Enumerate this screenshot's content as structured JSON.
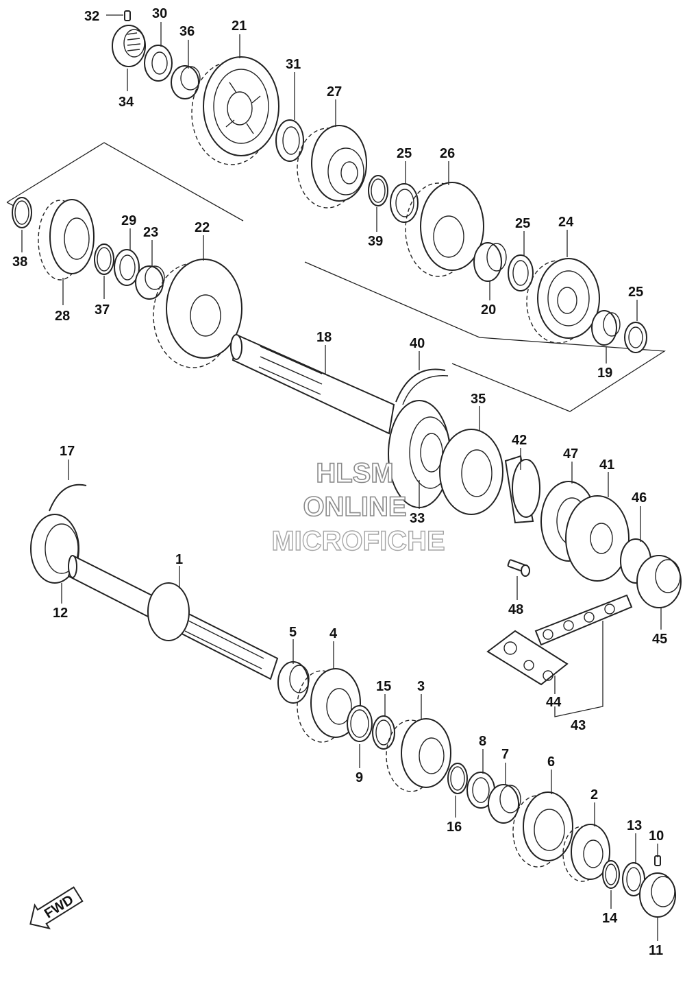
{
  "diagram": {
    "part_numbers": [
      "1",
      "2",
      "3",
      "4",
      "5",
      "6",
      "7",
      "8",
      "9",
      "10",
      "11",
      "12",
      "13",
      "14",
      "15",
      "16",
      "17",
      "18",
      "19",
      "20",
      "21",
      "22",
      "23",
      "24",
      "25",
      "26",
      "27",
      "28",
      "29",
      "30",
      "31",
      "32",
      "33",
      "34",
      "35",
      "36",
      "37",
      "38",
      "39",
      "40",
      "41",
      "42",
      "43",
      "44",
      "45",
      "46",
      "47",
      "48"
    ],
    "callouts": [
      {
        "id": "c32",
        "label": "32"
      },
      {
        "id": "c30",
        "label": "30"
      },
      {
        "id": "c36",
        "label": "36"
      },
      {
        "id": "c21",
        "label": "21"
      },
      {
        "id": "c34",
        "label": "34"
      },
      {
        "id": "c31",
        "label": "31"
      },
      {
        "id": "c27",
        "label": "27"
      },
      {
        "id": "c25a",
        "label": "25"
      },
      {
        "id": "c26",
        "label": "26"
      },
      {
        "id": "c39",
        "label": "39"
      },
      {
        "id": "c25b",
        "label": "25"
      },
      {
        "id": "c24",
        "label": "24"
      },
      {
        "id": "c20",
        "label": "20"
      },
      {
        "id": "c25c",
        "label": "25"
      },
      {
        "id": "c19",
        "label": "19"
      },
      {
        "id": "c29",
        "label": "29"
      },
      {
        "id": "c23",
        "label": "23"
      },
      {
        "id": "c22",
        "label": "22"
      },
      {
        "id": "c38",
        "label": "38"
      },
      {
        "id": "c37",
        "label": "37"
      },
      {
        "id": "c28",
        "label": "28"
      },
      {
        "id": "c18",
        "label": "18"
      },
      {
        "id": "c40",
        "label": "40"
      },
      {
        "id": "c35",
        "label": "35"
      },
      {
        "id": "c17",
        "label": "17"
      },
      {
        "id": "c42",
        "label": "42"
      },
      {
        "id": "c47",
        "label": "47"
      },
      {
        "id": "c41",
        "label": "41"
      },
      {
        "id": "c46",
        "label": "46"
      },
      {
        "id": "c33",
        "label": "33"
      },
      {
        "id": "c1",
        "label": "1"
      },
      {
        "id": "c12",
        "label": "12"
      },
      {
        "id": "c48",
        "label": "48"
      },
      {
        "id": "c45",
        "label": "45"
      },
      {
        "id": "c5",
        "label": "5"
      },
      {
        "id": "c4",
        "label": "4"
      },
      {
        "id": "c44",
        "label": "44"
      },
      {
        "id": "c43",
        "label": "43"
      },
      {
        "id": "c15",
        "label": "15"
      },
      {
        "id": "c3",
        "label": "3"
      },
      {
        "id": "c9",
        "label": "9"
      },
      {
        "id": "c8",
        "label": "8"
      },
      {
        "id": "c7",
        "label": "7"
      },
      {
        "id": "c6",
        "label": "6"
      },
      {
        "id": "c16",
        "label": "16"
      },
      {
        "id": "c2",
        "label": "2"
      },
      {
        "id": "c13",
        "label": "13"
      },
      {
        "id": "c10",
        "label": "10"
      },
      {
        "id": "c14",
        "label": "14"
      },
      {
        "id": "c11",
        "label": "11"
      }
    ],
    "watermark": {
      "line1": "HLSM",
      "line2": "ONLINE",
      "line3": "MICROFICHE"
    },
    "direction_badge": "FWD"
  }
}
